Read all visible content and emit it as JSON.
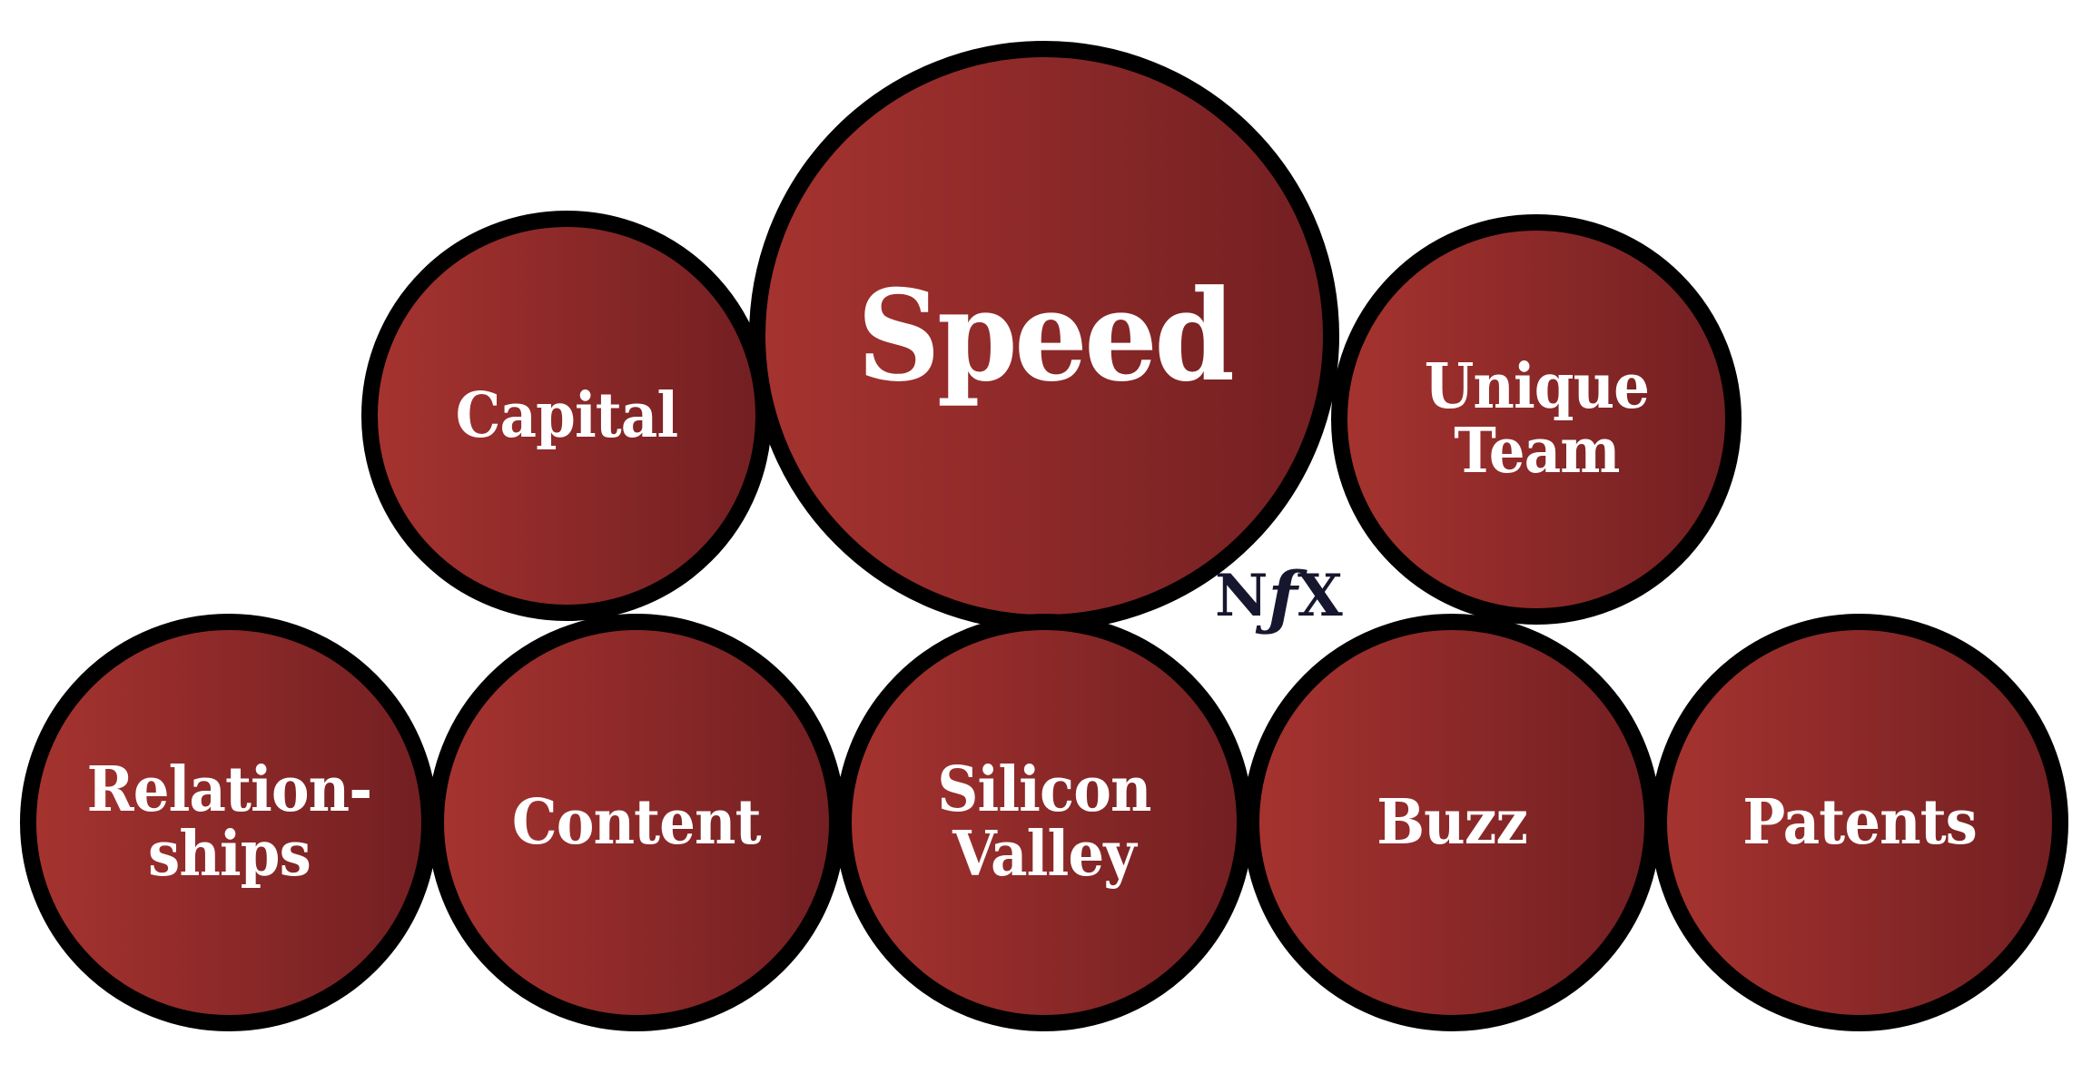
{
  "diagram": {
    "description": "Eight dark-red gradient circles with black outlines on a white background; one large circle labeled Speed sits above a row of smaller circles, with the NfX wordmark between them",
    "background_color": "#ffffff",
    "colors": {
      "circle_border": "#000000",
      "circle_gradient_left": "#a5332f",
      "circle_gradient_right": "#731f22",
      "label_text": "#ffffff",
      "logo_text": "#16162e"
    },
    "circles": [
      {
        "id": "speed",
        "label": "Speed",
        "size": "large"
      },
      {
        "id": "capital",
        "label": "Capital",
        "size": "small"
      },
      {
        "id": "unique-team",
        "label": "Unique\nTeam",
        "size": "small"
      },
      {
        "id": "relationships",
        "label": "Relation-\nships",
        "size": "small"
      },
      {
        "id": "content",
        "label": "Content",
        "size": "small"
      },
      {
        "id": "silicon-valley",
        "label": "Silicon\nValley",
        "size": "small"
      },
      {
        "id": "buzz",
        "label": "Buzz",
        "size": "small"
      },
      {
        "id": "patents",
        "label": "Patents",
        "size": "small"
      }
    ],
    "logo": {
      "n": "N",
      "f": "ƒ",
      "x": "X"
    }
  }
}
